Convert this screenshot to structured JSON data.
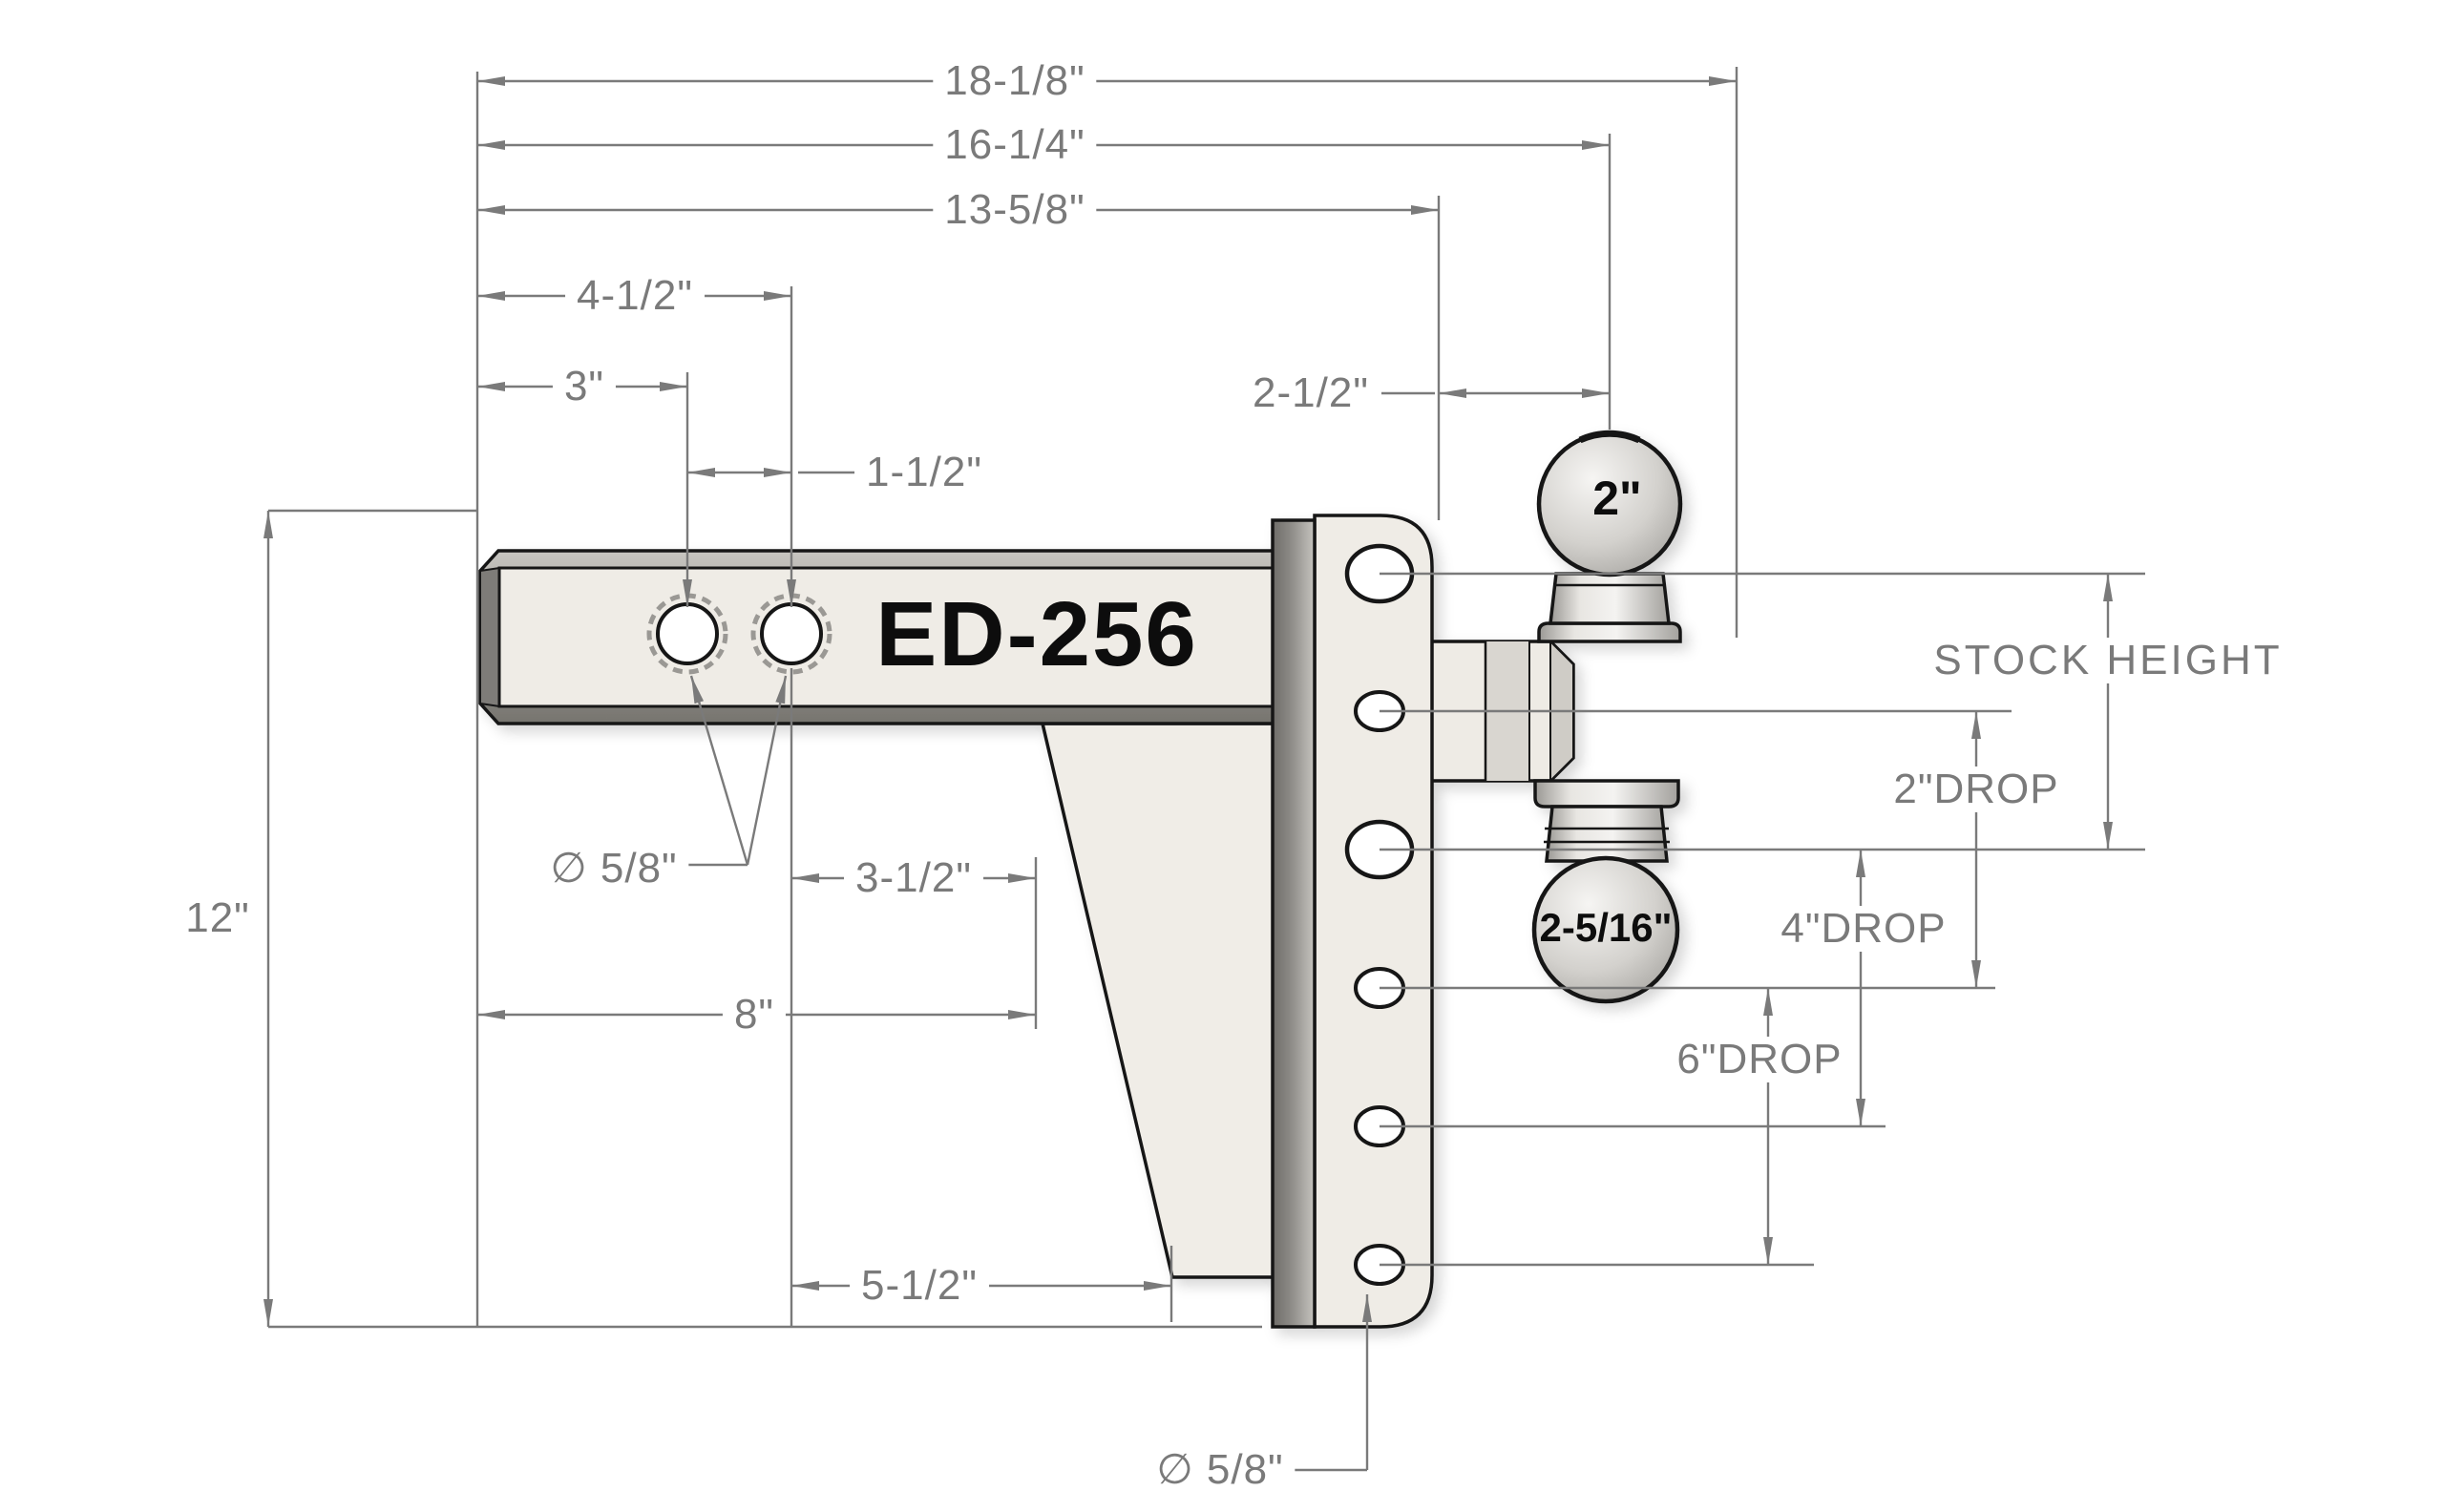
{
  "drawing": {
    "part_label": "ED-256",
    "balls": {
      "top_ball_size": "2\"",
      "bottom_ball_size": "2-5/16\""
    },
    "horizontal_dims": {
      "overall_length": "18-1/8\"",
      "to_ball_center": "16-1/4\"",
      "to_channel_face": "13-5/8\"",
      "to_second_hole": "4-1/2\"",
      "to_first_hole": "3\"",
      "hole_spacing": "1-1/2\"",
      "channel_to_ball": "2-1/2\"",
      "hole_to_gusset": "3-1/2\"",
      "shank_usable_length": "8\"",
      "to_gusset_bottom": "5-1/2\""
    },
    "vertical_dims": {
      "total_height": "12\"",
      "stock_height": "STOCK HEIGHT",
      "drop_2": "2\"DROP",
      "drop_4": "4\"DROP",
      "drop_6": "6\"DROP"
    },
    "hole_callouts": {
      "shank_holes": "∅ 5/8\"",
      "channel_holes": "∅ 5/8\""
    }
  }
}
